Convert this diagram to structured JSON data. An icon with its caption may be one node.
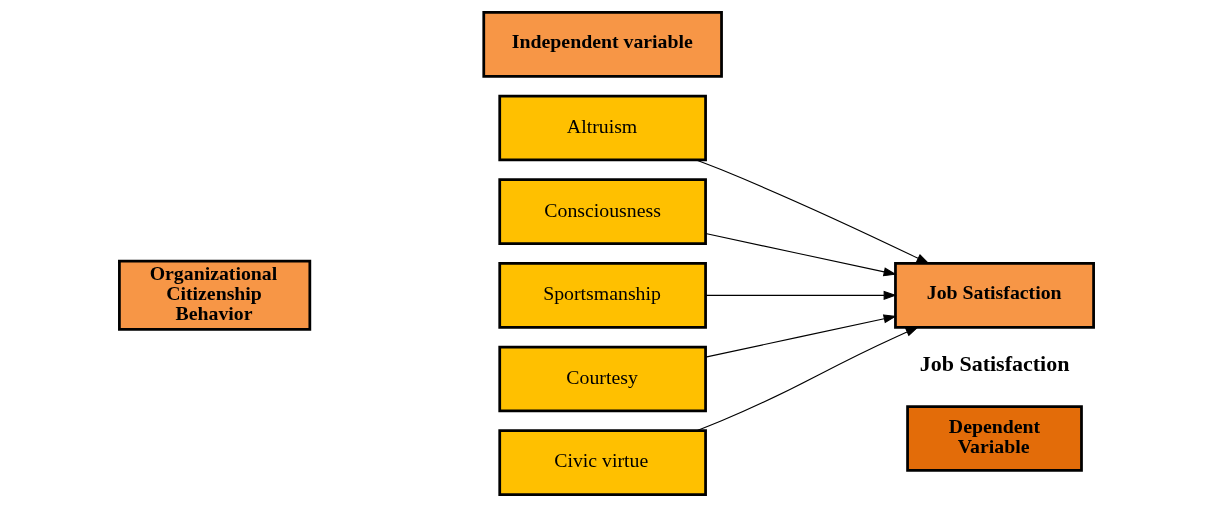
{
  "diagram": {
    "nodes": [
      {
        "text": [
          "Independent variable"
        ]
      },
      {
        "text": [
          "Altruism"
        ]
      },
      {
        "text": [
          "Consciousness"
        ]
      },
      {
        "text": [
          "Sportsmanship"
        ]
      },
      {
        "text": [
          "Courtesy"
        ]
      },
      {
        "text": [
          "Civic virtue"
        ]
      },
      {
        "text": [
          "Organizational Citizenship Behavior"
        ]
      },
      {
        "text": [
          "Dependent Variable"
        ]
      },
      {
        "text": [
          "Job Satisfaction"
        ]
      }
    ],
    "edges": [
      {
        "from": 1,
        "to": 8,
        "arrow": "to"
      },
      {
        "from": 2,
        "to": 8,
        "arrow": "to"
      },
      {
        "from": 3,
        "to": 8,
        "arrow": "to"
      },
      {
        "from": 4,
        "to": 8,
        "arrow": "to"
      },
      {
        "from": 5,
        "to": 8,
        "arrow": "to"
      }
    ],
    "labels": [
      "Job Satisfaction"
    ]
  }
}
